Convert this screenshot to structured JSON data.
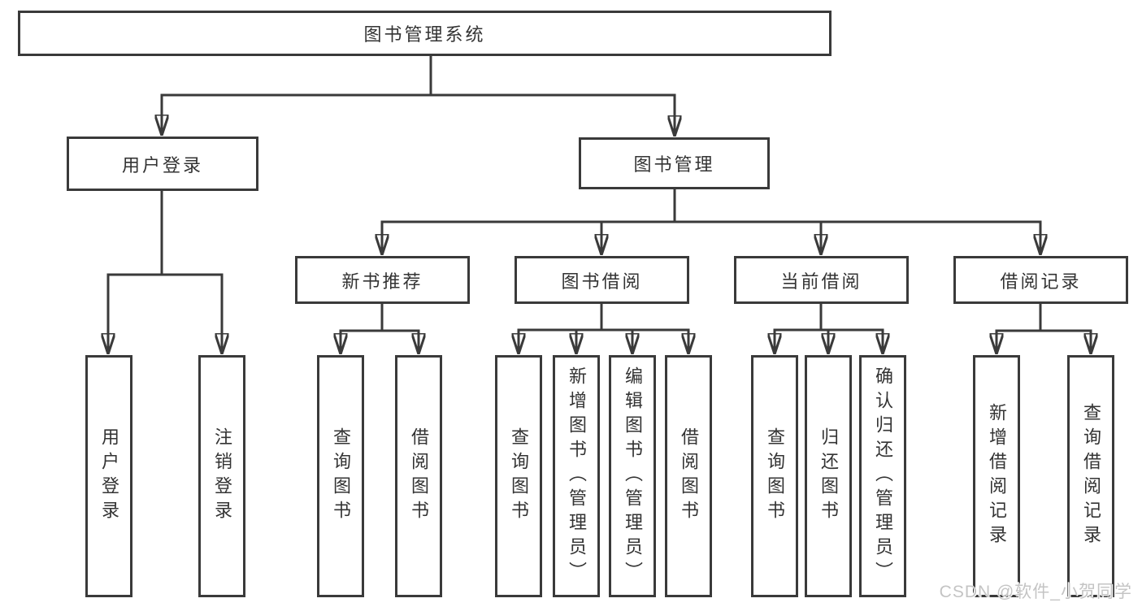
{
  "diagram": {
    "root_label": "图书管理系统",
    "user_login": {
      "label": "用户登录",
      "children": [
        "用户登录",
        "注销登录"
      ]
    },
    "book_mgmt": {
      "label": "图书管理",
      "modules": [
        {
          "label": "新书推荐",
          "children": [
            "查询图书",
            "借阅图书"
          ]
        },
        {
          "label": "图书借阅",
          "children": [
            "查询图书",
            "新增图书（管理员）",
            "编辑图书（管理员）",
            "借阅图书"
          ]
        },
        {
          "label": "当前借阅",
          "children": [
            "查询图书",
            "归还图书",
            "确认归还（管理员）"
          ]
        },
        {
          "label": "借阅记录",
          "children": [
            "新增借阅记录",
            "查询借阅记录"
          ]
        }
      ]
    }
  },
  "watermark": "CSDN @软件_小贺同学",
  "colors": {
    "line": "#3a3a3a",
    "text": "#333333",
    "watermark": "#c4c4c4",
    "background": "#ffffff"
  }
}
